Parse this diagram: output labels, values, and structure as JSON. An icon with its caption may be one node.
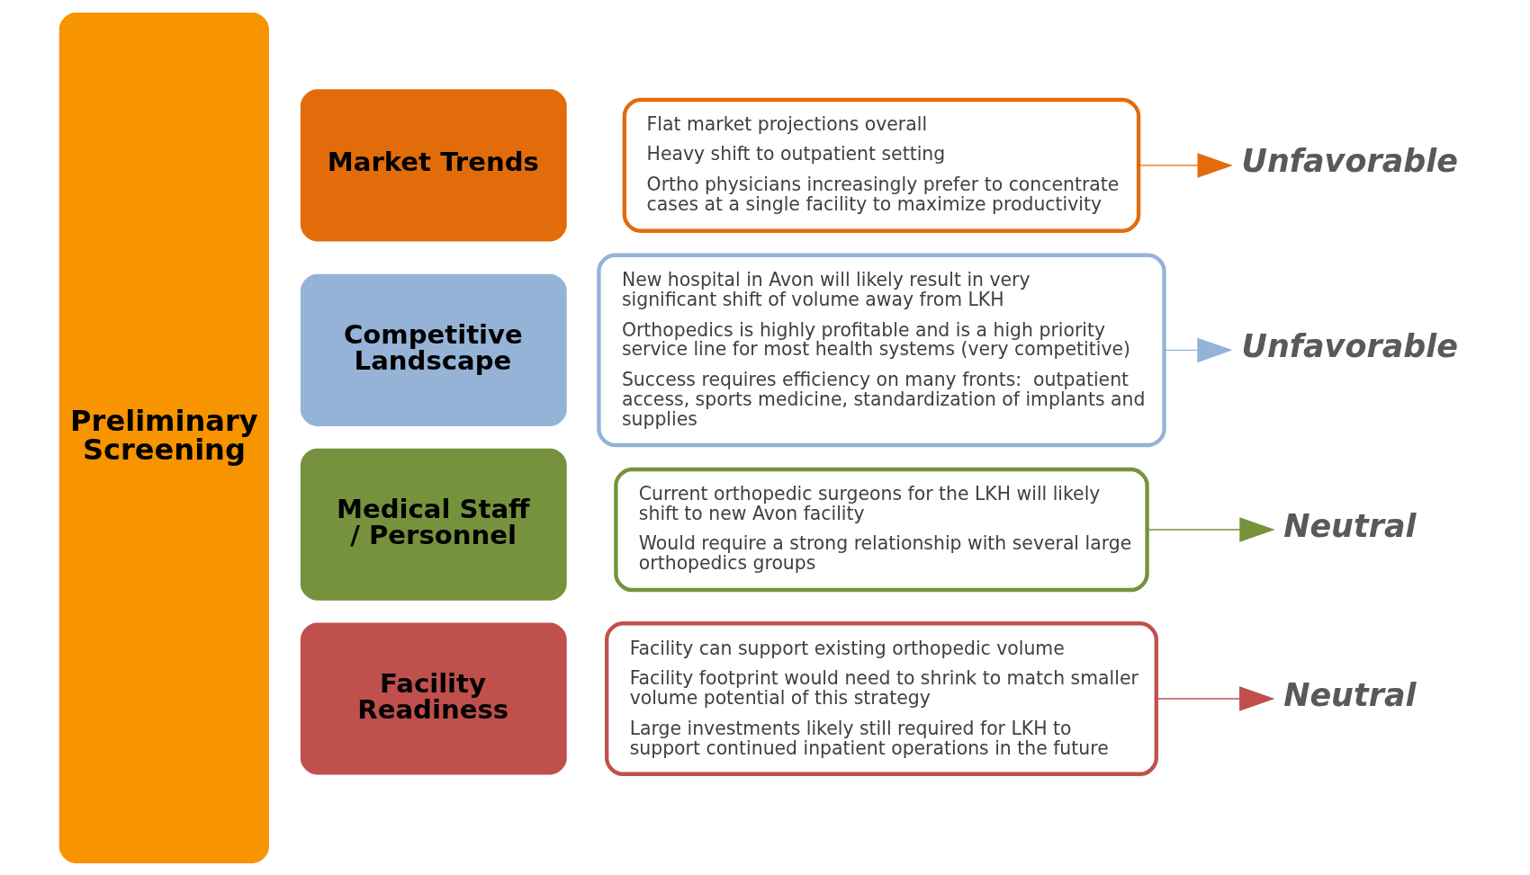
{
  "diagram": {
    "nodes": [
      {
        "text": [
          "Preliminary Screening"
        ]
      },
      {
        "text": [
          "Market Trends"
        ]
      },
      {
        "text": [
          "Flat market projections overall",
          "Heavy shift to outpatient setting",
          "Ortho physicians increasingly prefer to concentrate cases at a single facility to maximize productivity"
        ]
      },
      {
        "text": [
          "Unfavorable"
        ]
      },
      {
        "text": [
          "Competitive Landscape"
        ]
      },
      {
        "text": [
          "New hospital in Avon will likely result in very significant shift of volume away from LKH",
          "Orthopedics is highly profitable and is a high priority service line for most health systems (very competitive)",
          "Success requires efficiency on many fronts:  outpatient access, sports medicine, standardization of implants and supplies"
        ]
      },
      {
        "text": [
          "Unfavorable"
        ]
      },
      {
        "text": [
          "Medical Staff / Personnel"
        ]
      },
      {
        "text": [
          "Current orthopedic surgeons for the LKH will likely shift to new Avon facility",
          "Would require a strong relationship with several large orthopedics groups"
        ]
      },
      {
        "text": [
          "Neutral"
        ]
      },
      {
        "text": [
          "Facility Readiness"
        ]
      },
      {
        "text": [
          "Facility can support existing orthopedic volume",
          "Facility footprint would need to shrink to match smaller volume potential of this strategy",
          "Large investments likely still required for LKH to support continued inpatient operations in the future"
        ]
      },
      {
        "text": [
          "Neutral"
        ]
      }
    ],
    "edges": [
      {
        "from": 2,
        "to": 3,
        "arrow": "to",
        "color": "#e36c0a"
      },
      {
        "from": 5,
        "to": 6,
        "arrow": "to",
        "color": "#95b3d7"
      },
      {
        "from": 8,
        "to": 9,
        "arrow": "to",
        "color": "#76923c"
      },
      {
        "from": 11,
        "to": 12,
        "arrow": "to",
        "color": "#c0504d"
      }
    ]
  }
}
